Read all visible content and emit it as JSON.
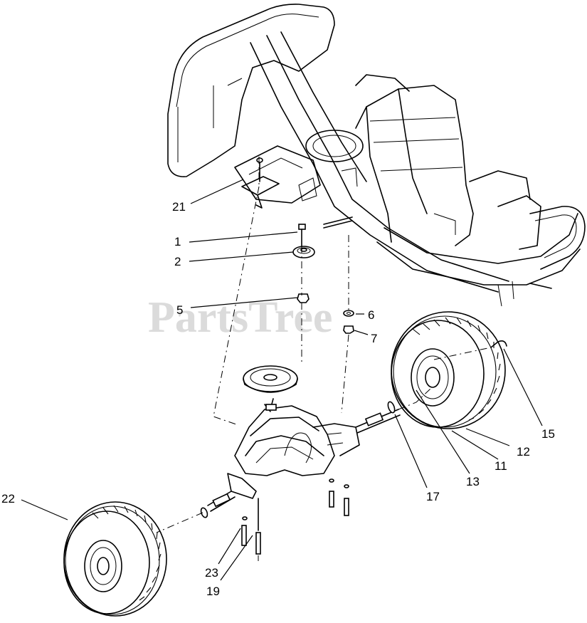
{
  "watermark": "PartsTree",
  "callouts": [
    {
      "id": "21",
      "text": "21"
    },
    {
      "id": "1",
      "text": "1"
    },
    {
      "id": "2",
      "text": "2"
    },
    {
      "id": "5",
      "text": "5"
    },
    {
      "id": "6",
      "text": "6"
    },
    {
      "id": "7",
      "text": "7"
    },
    {
      "id": "15",
      "text": "15"
    },
    {
      "id": "12",
      "text": "12"
    },
    {
      "id": "11",
      "text": "11"
    },
    {
      "id": "13",
      "text": "13"
    },
    {
      "id": "17",
      "text": "17"
    },
    {
      "id": "22",
      "text": "22"
    },
    {
      "id": "23",
      "text": "23"
    },
    {
      "id": "19",
      "text": "19"
    }
  ]
}
